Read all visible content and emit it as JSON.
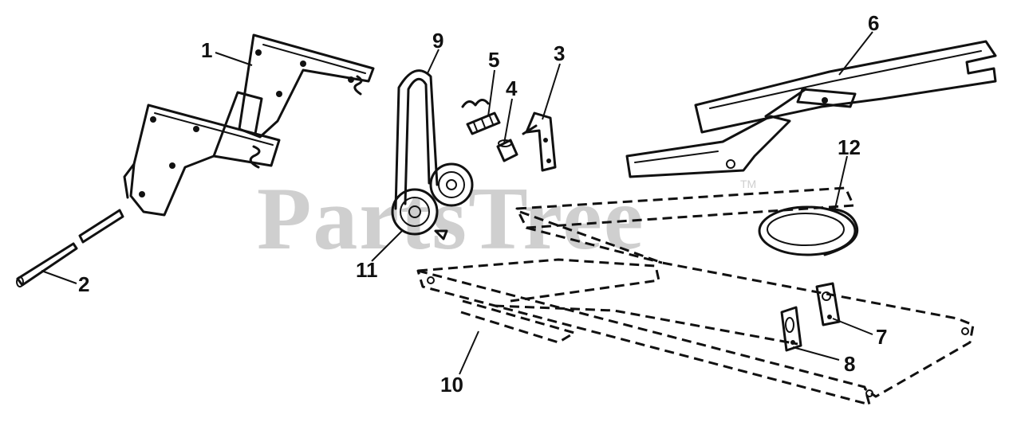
{
  "watermark": {
    "text": "PartsTree",
    "trademark": "TM"
  },
  "callouts": [
    {
      "number": "1",
      "part": "bracket"
    },
    {
      "number": "2",
      "part": "pin"
    },
    {
      "number": "3",
      "part": "idler-bracket"
    },
    {
      "number": "4",
      "part": "spacer"
    },
    {
      "number": "5",
      "part": "spring"
    },
    {
      "number": "6",
      "part": "belt-guide-arms"
    },
    {
      "number": "7",
      "part": "plate"
    },
    {
      "number": "8",
      "part": "plate"
    },
    {
      "number": "9",
      "part": "v-belt"
    },
    {
      "number": "10",
      "part": "frame"
    },
    {
      "number": "11",
      "part": "idler-pulley"
    },
    {
      "number": "12",
      "part": "spring-ring"
    }
  ]
}
